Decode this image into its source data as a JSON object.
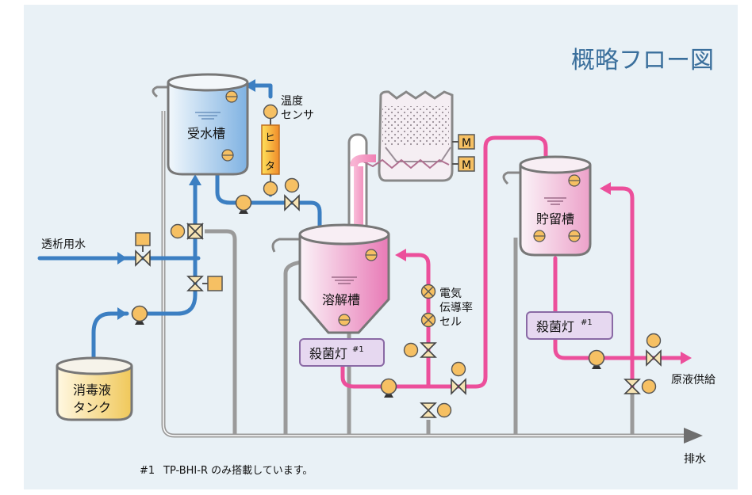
{
  "title": "概略フロー図",
  "tanks": {
    "receiving": "受水槽",
    "dissolving": "溶解槽",
    "storage": "貯留槽",
    "disinfectant_line1": "消毒液",
    "disinfectant_line2": "タンク"
  },
  "heater": {
    "chars": [
      "ヒ",
      "ー",
      "タ"
    ]
  },
  "temp_sensor": {
    "line1": "温度",
    "line2": "センサ"
  },
  "conductivity_cell": {
    "line1": "電気",
    "line2": "伝導率",
    "line3": "セル"
  },
  "uv_lamp": {
    "label": "殺菌灯",
    "note": "#1"
  },
  "motor": {
    "label": "M"
  },
  "flows": {
    "dialysis_water": "透析用水",
    "drain": "排水",
    "concentrate_supply": "原液供給"
  },
  "footnote": {
    "mark": "#1",
    "text": "TP-BHI-R のみ搭載しています。"
  },
  "colors": {
    "background": "#e9f1f6",
    "water_line": "#3c7fc2",
    "concentrate_line": "#ec4f9b",
    "drain_line": "#9a9a9a",
    "sensor_fill": "#f5c060",
    "title": "#3a6f9c"
  }
}
